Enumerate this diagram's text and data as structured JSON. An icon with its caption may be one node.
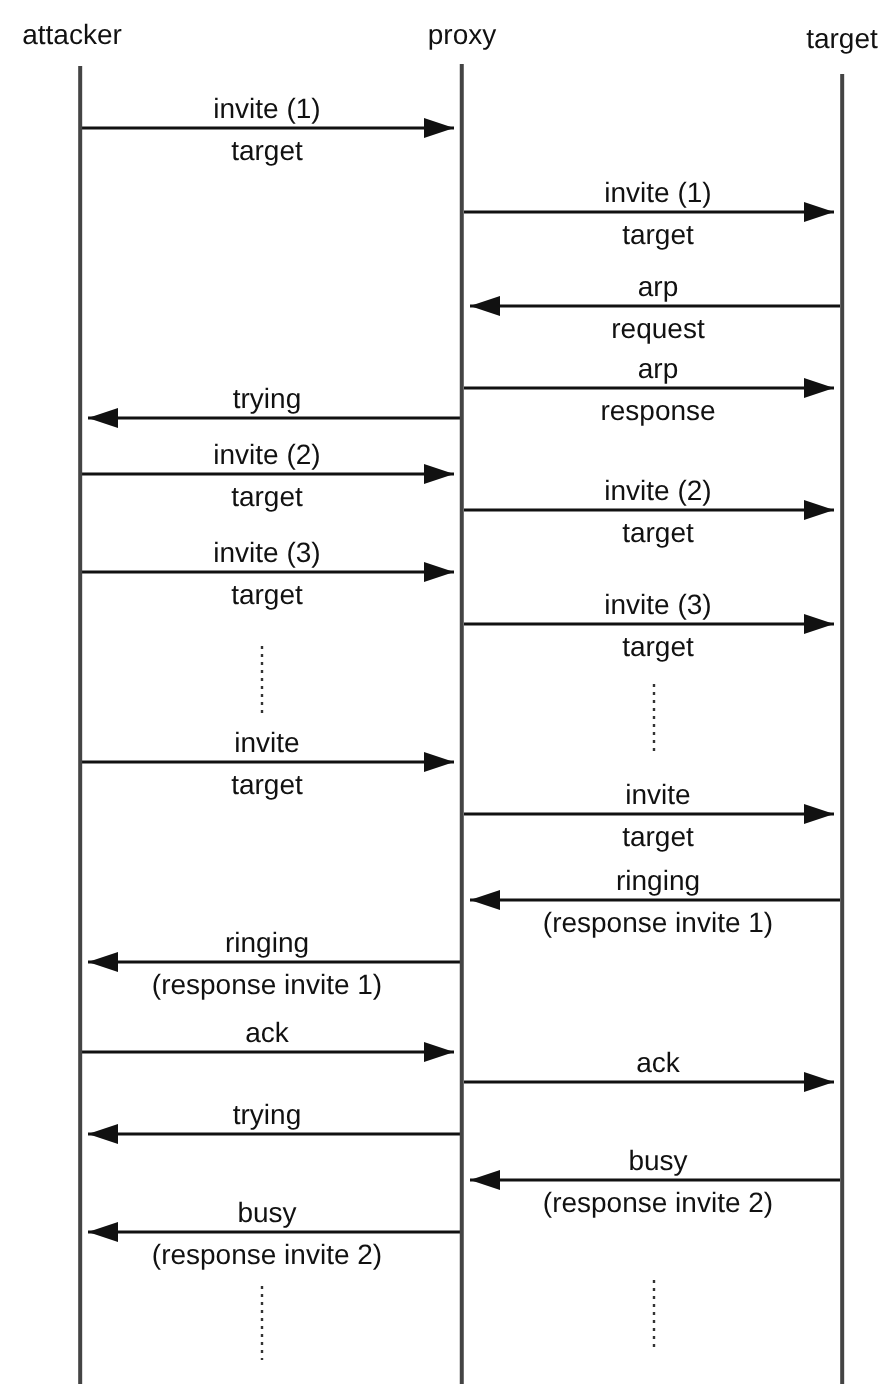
{
  "diagram": {
    "nodes": [
      {
        "text": [
          "attacker"
        ]
      },
      {
        "text": [
          "proxy"
        ]
      },
      {
        "text": [
          "target"
        ]
      }
    ],
    "edges": [
      {
        "from": 0,
        "to": 1,
        "arrow": "to",
        "label": "invite (1)"
      },
      {
        "from": 1,
        "to": 2,
        "arrow": "to",
        "label": "invite (1)"
      },
      {
        "from": 2,
        "to": 1,
        "arrow": "to",
        "label": "arp"
      },
      {
        "from": 1,
        "to": 2,
        "arrow": "to",
        "label": "arp"
      },
      {
        "from": 1,
        "to": 0,
        "arrow": "to",
        "label": "trying"
      },
      {
        "from": 0,
        "to": 1,
        "arrow": "to",
        "label": "invite (2)"
      },
      {
        "from": 1,
        "to": 2,
        "arrow": "to",
        "label": "invite (2)"
      },
      {
        "from": 0,
        "to": 1,
        "arrow": "to",
        "label": "invite (3)"
      },
      {
        "from": 1,
        "to": 2,
        "arrow": "to",
        "label": "invite (3)"
      },
      {
        "from": 0,
        "to": 1,
        "arrow": "to",
        "label": "invite"
      },
      {
        "from": 1,
        "to": 2,
        "arrow": "to",
        "label": "invite"
      },
      {
        "from": 2,
        "to": 1,
        "arrow": "to",
        "label": "ringing"
      },
      {
        "from": 1,
        "to": 0,
        "arrow": "to",
        "label": "ringing"
      },
      {
        "from": 0,
        "to": 1,
        "arrow": "to",
        "label": "ack"
      },
      {
        "from": 1,
        "to": 2,
        "arrow": "to",
        "label": "ack"
      },
      {
        "from": 1,
        "to": 0,
        "arrow": "to",
        "label": "trying"
      },
      {
        "from": 2,
        "to": 1,
        "arrow": "to",
        "label": "busy"
      },
      {
        "from": 1,
        "to": 0,
        "arrow": "to",
        "label": "busy"
      }
    ],
    "labels": [
      "target",
      "target",
      "request",
      "response",
      "target",
      "target",
      "target",
      "target",
      "target",
      "target",
      "(response invite 1)",
      "(response invite 1)",
      "(response invite 2)",
      "(response invite 2)"
    ]
  }
}
